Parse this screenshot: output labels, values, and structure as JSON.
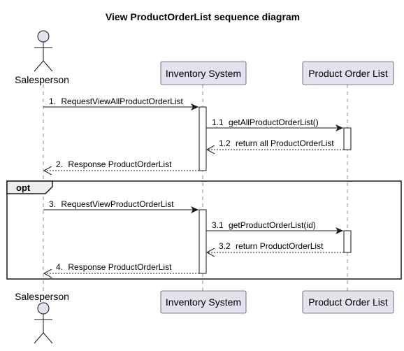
{
  "title": "View ProductOrderList sequence diagram",
  "participants": [
    {
      "id": "salesperson",
      "label": "Salesperson",
      "kind": "actor"
    },
    {
      "id": "inventory",
      "label": "Inventory System",
      "kind": "participant"
    },
    {
      "id": "pol",
      "label": "Product Order List",
      "kind": "participant"
    }
  ],
  "fragment": {
    "label": "opt"
  },
  "messages": [
    {
      "num": "1.",
      "text": "RequestViewAllProductOrderList",
      "from": "salesperson",
      "to": "inventory",
      "style": "sync"
    },
    {
      "num": "1.1",
      "text": "getAllProductOrderList()",
      "from": "inventory",
      "to": "pol",
      "style": "sync"
    },
    {
      "num": "1.2",
      "text": "return all ProductOrderList",
      "from": "pol",
      "to": "inventory",
      "style": "return"
    },
    {
      "num": "2.",
      "text": "Response ProductOrderList",
      "from": "inventory",
      "to": "salesperson",
      "style": "return"
    },
    {
      "num": "3.",
      "text": "RequestViewProductOrderList",
      "from": "salesperson",
      "to": "inventory",
      "style": "sync"
    },
    {
      "num": "3.1",
      "text": "getProductOrderList(id)",
      "from": "inventory",
      "to": "pol",
      "style": "sync"
    },
    {
      "num": "3.2",
      "text": "return ProductOrderList",
      "from": "pol",
      "to": "inventory",
      "style": "return"
    },
    {
      "num": "4.",
      "text": "Response ProductOrderList",
      "from": "inventory",
      "to": "salesperson",
      "style": "return"
    }
  ],
  "colors": {
    "participant_fill": "#E2E2F0",
    "participant_border": "#181818",
    "line": "#181818",
    "lifeline": "#181818",
    "activation_fill": "#ffffff",
    "text": "#000000"
  }
}
